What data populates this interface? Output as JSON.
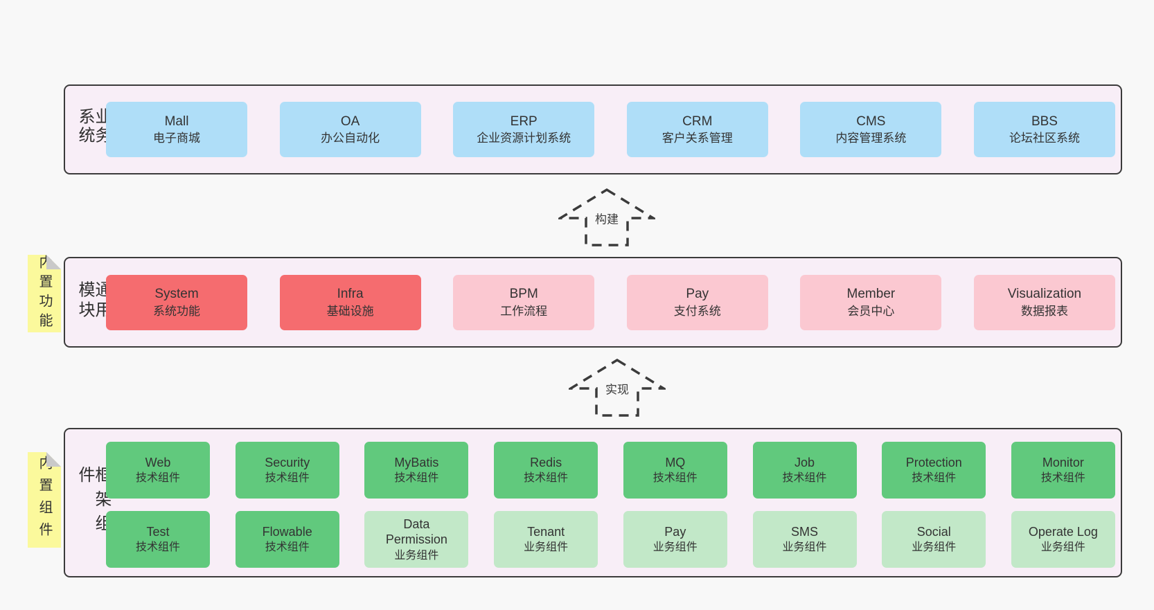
{
  "palette": {
    "page_bg": "#f8f8f8",
    "band_bg": "#f8eef7",
    "band_border": "#3b3b3b",
    "blue": "#afdef8",
    "red": "#f56c6f",
    "pink": "#fbc8d1",
    "green": "#61c97d",
    "light_green": "#c2e8c8",
    "sticky_yellow": "#fbf99c",
    "sticky_fold": "#c9c9c9",
    "text": "#333333"
  },
  "arrows": [
    {
      "label": "构建"
    },
    {
      "label": "实现"
    }
  ],
  "bands": [
    {
      "label": "业务系统",
      "boxes": [
        {
          "name": "Mall",
          "subtitle": "电子商城",
          "variant": "blue"
        },
        {
          "name": "OA",
          "subtitle": "办公自动化",
          "variant": "blue"
        },
        {
          "name": "ERP",
          "subtitle": "企业资源计划系统",
          "variant": "blue"
        },
        {
          "name": "CRM",
          "subtitle": "客户关系管理",
          "variant": "blue"
        },
        {
          "name": "CMS",
          "subtitle": "内容管理系统",
          "variant": "blue"
        },
        {
          "name": "BBS",
          "subtitle": "论坛社区系统",
          "variant": "blue"
        }
      ]
    },
    {
      "label": "通用模块",
      "sticky": "内置功能",
      "boxes": [
        {
          "name": "System",
          "subtitle": "系统功能",
          "variant": "red"
        },
        {
          "name": "Infra",
          "subtitle": "基础设施",
          "variant": "red"
        },
        {
          "name": "BPM",
          "subtitle": "工作流程",
          "variant": "pink"
        },
        {
          "name": "Pay",
          "subtitle": "支付系统",
          "variant": "pink"
        },
        {
          "name": "Member",
          "subtitle": "会员中心",
          "variant": "pink"
        },
        {
          "name": "Visualization",
          "subtitle": "数据报表",
          "variant": "pink"
        }
      ]
    },
    {
      "label": "框架组件",
      "sticky": "内置组件",
      "rows": [
        {
          "boxes": [
            {
              "name": "Web",
              "subtitle": "技术组件",
              "variant": "green"
            },
            {
              "name": "Security",
              "subtitle": "技术组件",
              "variant": "green"
            },
            {
              "name": "MyBatis",
              "subtitle": "技术组件",
              "variant": "green"
            },
            {
              "name": "Redis",
              "subtitle": "技术组件",
              "variant": "green"
            },
            {
              "name": "MQ",
              "subtitle": "技术组件",
              "variant": "green"
            },
            {
              "name": "Job",
              "subtitle": "技术组件",
              "variant": "green"
            },
            {
              "name": "Protection",
              "subtitle": "技术组件",
              "variant": "green"
            },
            {
              "name": "Monitor",
              "subtitle": "技术组件",
              "variant": "green"
            }
          ]
        },
        {
          "boxes": [
            {
              "name": "Test",
              "subtitle": "技术组件",
              "variant": "green"
            },
            {
              "name": "Flowable",
              "subtitle": "技术组件",
              "variant": "green"
            },
            {
              "name": "Data\nPermission",
              "subtitle": "业务组件",
              "variant": "light_green"
            },
            {
              "name": "Tenant",
              "subtitle": "业务组件",
              "variant": "light_green"
            },
            {
              "name": "Pay",
              "subtitle": "业务组件",
              "variant": "light_green"
            },
            {
              "name": "SMS",
              "subtitle": "业务组件",
              "variant": "light_green"
            },
            {
              "name": "Social",
              "subtitle": "业务组件",
              "variant": "light_green"
            },
            {
              "name": "Operate Log",
              "subtitle": "业务组件",
              "variant": "light_green"
            }
          ]
        }
      ]
    }
  ]
}
